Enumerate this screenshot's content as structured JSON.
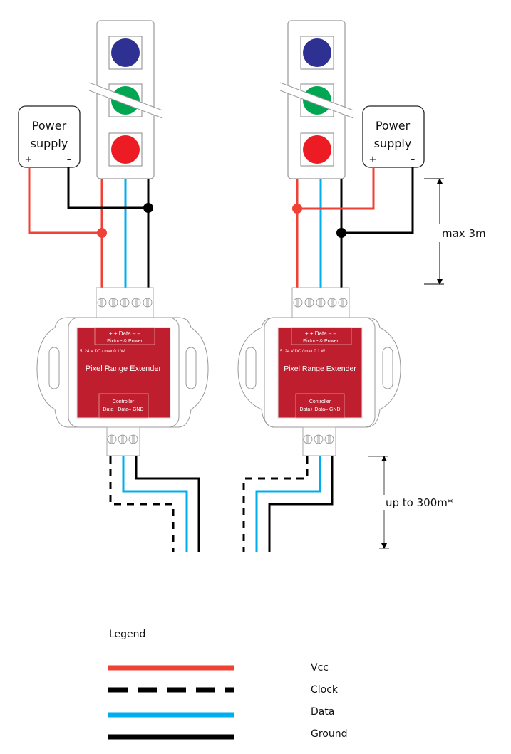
{
  "colors": {
    "vcc": "#ef4136",
    "data": "#00aeef",
    "ground": "#000000",
    "clock": "#000000",
    "device_body": "#be1e2d",
    "led_blue": "#2e3192",
    "led_green": "#00a651",
    "led_red": "#ed1c24"
  },
  "left_setup": {
    "power_supply": {
      "line1": "Power",
      "line2": "supply",
      "plus": "+",
      "minus": "–"
    },
    "device": {
      "top_terminal_labels": "+  +  Data  –  –",
      "top_terminal_title": "Fixture & Power",
      "rating": "5..24 V DC / max 0.1 W",
      "name": "Pixel Range Extender",
      "bottom_terminal_title": "Controller",
      "bottom_terminal_labels": "Data+ Data– GND"
    }
  },
  "right_setup": {
    "power_supply": {
      "line1": "Power",
      "line2": "supply",
      "plus": "+",
      "minus": "–"
    },
    "device": {
      "top_terminal_labels": "+  +  Data  –  –",
      "top_terminal_title": "Fixture & Power",
      "rating": "5..24 V DC / max 0.1 W",
      "name": "Pixel Range Extender",
      "bottom_terminal_title": "Controller",
      "bottom_terminal_labels": "Data+ Data– GND"
    }
  },
  "dimensions": {
    "fixture_cable": "max 3m",
    "controller_cable": "up to 300m*"
  },
  "legend": {
    "title": "Legend",
    "items": [
      {
        "label": "Vcc",
        "style": "solid-red"
      },
      {
        "label": "Clock",
        "style": "dashed-black"
      },
      {
        "label": "Data",
        "style": "solid-blue"
      },
      {
        "label": "Ground",
        "style": "solid-black"
      }
    ]
  }
}
